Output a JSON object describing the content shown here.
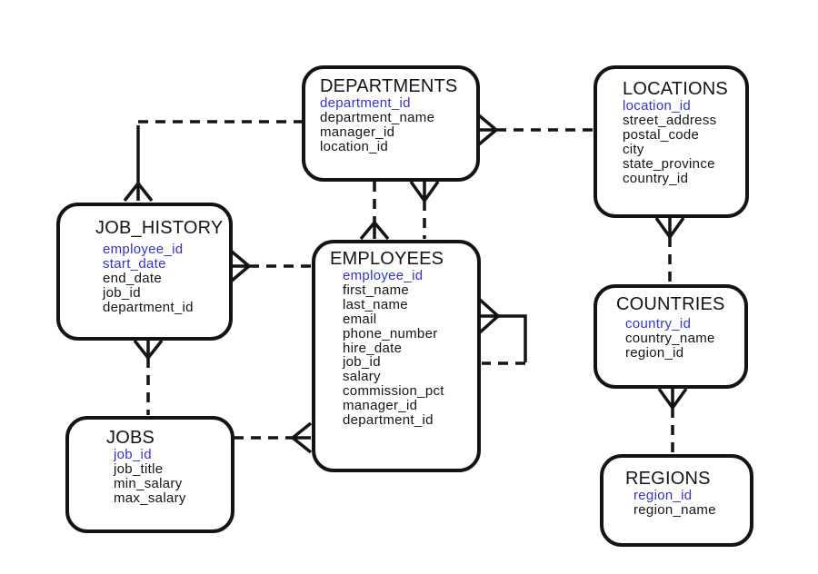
{
  "colors": {
    "line": "#141414",
    "text": "#141414",
    "primary_key": "#3333cc",
    "background": "#ffffff"
  },
  "entities": {
    "departments": {
      "title": "DEPARTMENTS",
      "fields": [
        {
          "name": "department_id",
          "pk": true
        },
        {
          "name": "department_name",
          "pk": false
        },
        {
          "name": "manager_id",
          "pk": false
        },
        {
          "name": "location_id",
          "pk": false
        }
      ]
    },
    "locations": {
      "title": "LOCATIONS",
      "fields": [
        {
          "name": "location_id",
          "pk": true
        },
        {
          "name": "street_address",
          "pk": false
        },
        {
          "name": "postal_code",
          "pk": false
        },
        {
          "name": "city",
          "pk": false
        },
        {
          "name": "state_province",
          "pk": false
        },
        {
          "name": "country_id",
          "pk": false
        }
      ]
    },
    "job_history": {
      "title": "JOB_HISTORY",
      "fields": [
        {
          "name": "employee_id",
          "pk": true
        },
        {
          "name": "start_date",
          "pk": true
        },
        {
          "name": "end_date",
          "pk": false
        },
        {
          "name": "job_id",
          "pk": false
        },
        {
          "name": "department_id",
          "pk": false
        }
      ]
    },
    "employees": {
      "title": "EMPLOYEES",
      "fields": [
        {
          "name": "employee_id",
          "pk": true
        },
        {
          "name": "first_name",
          "pk": false
        },
        {
          "name": "last_name",
          "pk": false
        },
        {
          "name": "email",
          "pk": false
        },
        {
          "name": "phone_number",
          "pk": false
        },
        {
          "name": "hire_date",
          "pk": false
        },
        {
          "name": "job_id",
          "pk": false
        },
        {
          "name": "salary",
          "pk": false
        },
        {
          "name": "commission_pct",
          "pk": false
        },
        {
          "name": "manager_id",
          "pk": false
        },
        {
          "name": "department_id",
          "pk": false
        }
      ]
    },
    "countries": {
      "title": "COUNTRIES",
      "fields": [
        {
          "name": "country_id",
          "pk": true
        },
        {
          "name": "country_name",
          "pk": false
        },
        {
          "name": "region_id",
          "pk": false
        }
      ]
    },
    "jobs": {
      "title": "JOBS",
      "fields": [
        {
          "name": "job_id",
          "pk": true
        },
        {
          "name": "job_title",
          "pk": false
        },
        {
          "name": "min_salary",
          "pk": false
        },
        {
          "name": "max_salary",
          "pk": false
        }
      ]
    },
    "regions": {
      "title": "REGIONS",
      "fields": [
        {
          "name": "region_id",
          "pk": true
        },
        {
          "name": "region_name",
          "pk": false
        }
      ]
    }
  },
  "relationships": [
    {
      "from": "departments",
      "to": "locations",
      "many_end": "departments",
      "line": "dashed"
    },
    {
      "from": "job_history",
      "to": "departments",
      "many_end": "job_history",
      "line": "dashed"
    },
    {
      "from": "employees",
      "to": "departments",
      "many_end": "employees",
      "line": "dashed"
    },
    {
      "from": "departments",
      "to": "employees",
      "many_end": "departments",
      "line": "dashed"
    },
    {
      "from": "job_history",
      "to": "employees",
      "many_end": "job_history",
      "line": "dashed"
    },
    {
      "from": "employees",
      "to": "employees",
      "many_end": "employees",
      "line": "dashed"
    },
    {
      "from": "employees",
      "to": "jobs",
      "many_end": "employees",
      "line": "dashed"
    },
    {
      "from": "job_history",
      "to": "jobs",
      "many_end": "job_history",
      "line": "dashed"
    },
    {
      "from": "locations",
      "to": "countries",
      "many_end": "locations",
      "line": "dashed"
    },
    {
      "from": "countries",
      "to": "regions",
      "many_end": "countries",
      "line": "dashed"
    }
  ]
}
